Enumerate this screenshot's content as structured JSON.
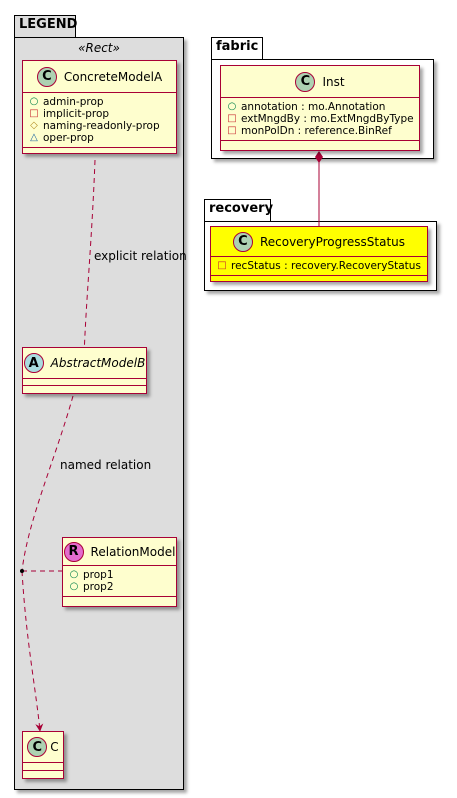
{
  "packages": {
    "legend": "LEGEND",
    "fabric": "fabric",
    "recovery": "recovery"
  },
  "stereotype": "«Rect»",
  "classes": {
    "concrete": {
      "circle": "C",
      "name": "ConcreteModelA",
      "attrs": [
        {
          "vis": "○",
          "text": "admin-prop"
        },
        {
          "vis": "□",
          "text": "implicit-prop"
        },
        {
          "vis": "◇",
          "text": "naming-readonly-prop"
        },
        {
          "vis": "△",
          "text": "oper-prop"
        }
      ]
    },
    "abstract": {
      "circle": "A",
      "name": "AbstractModelB"
    },
    "relation": {
      "circle": "R",
      "name": "RelationModel",
      "attrs": [
        {
          "vis": "○",
          "text": "prop1"
        },
        {
          "vis": "○",
          "text": "prop2"
        }
      ]
    },
    "c": {
      "circle": "C",
      "name": "C"
    },
    "inst": {
      "circle": "C",
      "name": "Inst",
      "attrs": [
        {
          "vis": "○",
          "text": "annotation : mo.Annotation"
        },
        {
          "vis": "□",
          "text": "extMngdBy : mo.ExtMngdByType"
        },
        {
          "vis": "□",
          "text": "monPolDn : reference.BinRef"
        }
      ]
    },
    "recovery": {
      "circle": "C",
      "name": "RecoveryProgressStatus",
      "attrs": [
        {
          "vis": "□",
          "text": "recStatus : recovery.RecoveryStatus"
        }
      ]
    }
  },
  "edge_labels": {
    "explicit": "explicit relation",
    "named": "named relation"
  },
  "colors": {
    "class_fill": "#FEFECE",
    "class_border": "#A80036",
    "highlight_fill": "#FFFF00",
    "legend_fill": "#DDDDDD",
    "circle_c": "#ADD1B2",
    "circle_a": "#A9DCDF",
    "circle_r": "#E36BCE"
  }
}
